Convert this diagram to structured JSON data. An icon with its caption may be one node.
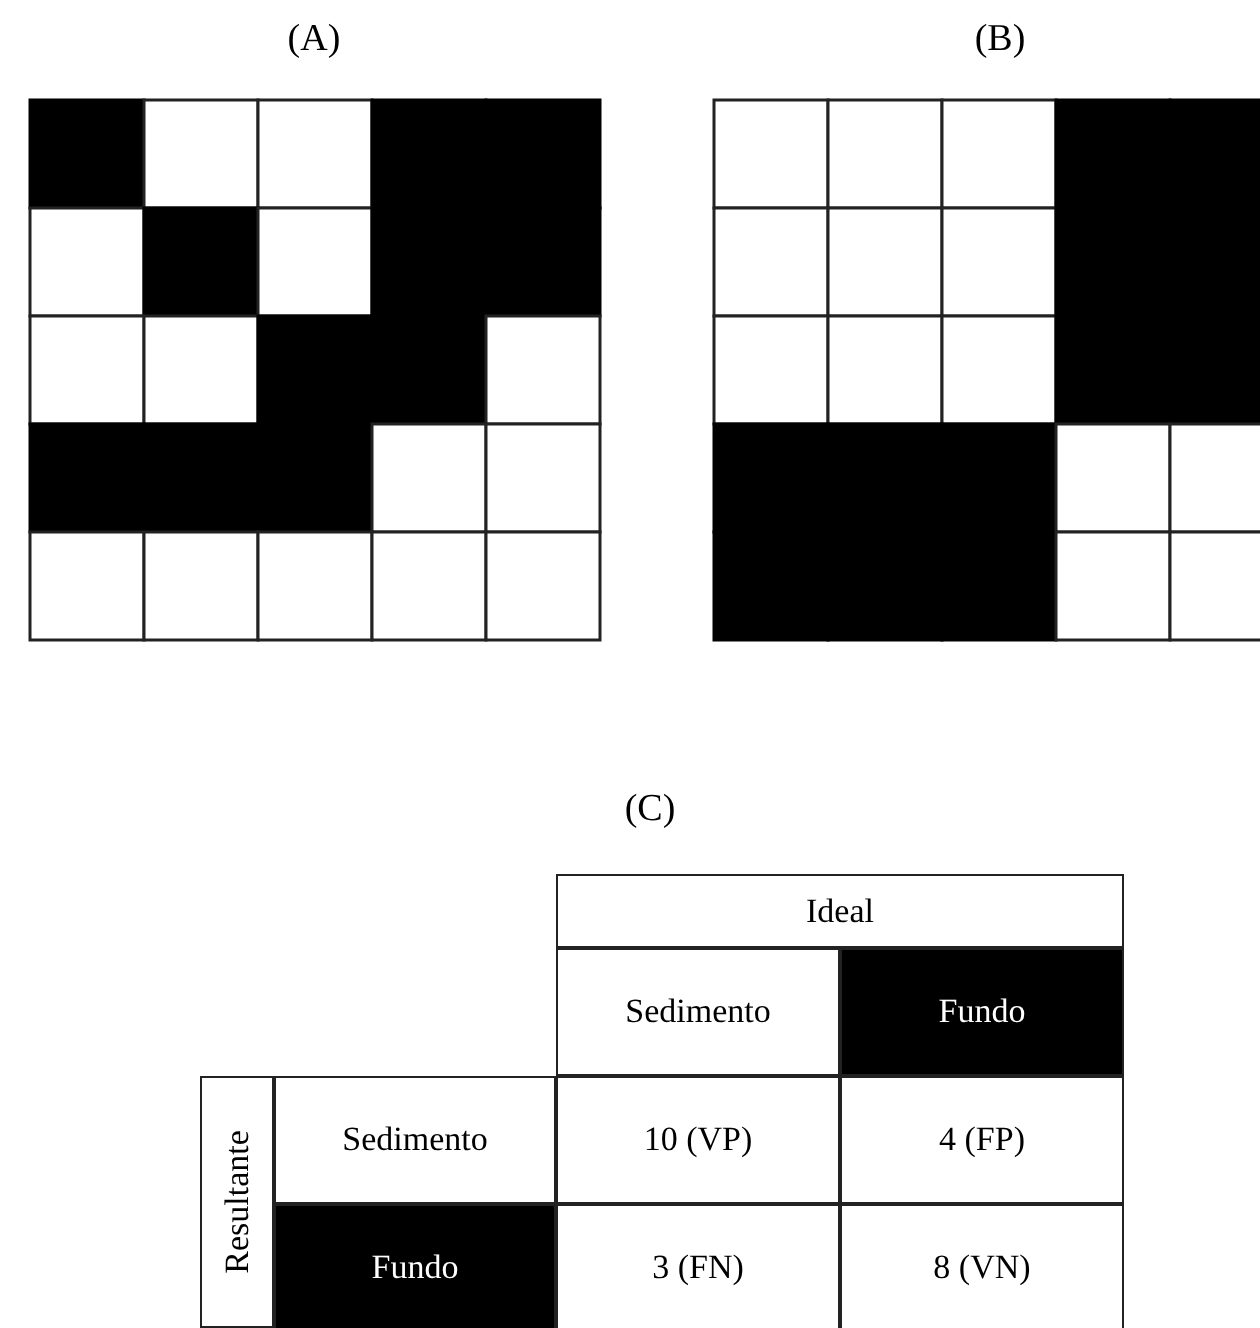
{
  "diagram": {
    "labels": [
      "(A)",
      "(B)",
      "(C)",
      "Ideal",
      "Sedimento",
      "Fundo",
      "Resultante",
      "Sedimento",
      "10 (VP)",
      "4 (FP)",
      "Fundo",
      "3 (FN)",
      "8 (VN)"
    ]
  }
}
